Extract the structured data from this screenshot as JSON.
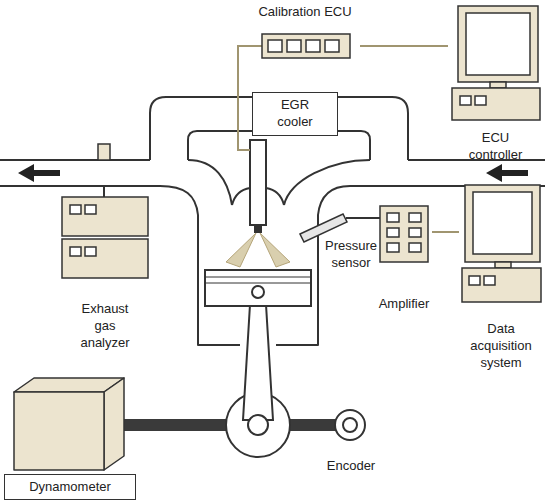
{
  "diagram": {
    "nodes": [
      {
        "text": [
          "Calibration ECU"
        ]
      },
      {
        "text": [
          "EGR cooler"
        ]
      },
      {
        "text": [
          "ECU controller"
        ]
      },
      {
        "text": [
          "Amplifier"
        ]
      },
      {
        "text": [
          "Data acquisition system"
        ]
      },
      {
        "text": [
          "Exhaust gas analyzer"
        ]
      },
      {
        "text": [
          "Encoder"
        ]
      },
      {
        "text": [
          "Dynamometer"
        ]
      }
    ],
    "edges": [
      {
        "from": 0,
        "to": 2,
        "arrow": "none"
      },
      {
        "from": 3,
        "to": 4,
        "arrow": "none"
      }
    ],
    "labels": [
      "Pressure sensor"
    ]
  }
}
